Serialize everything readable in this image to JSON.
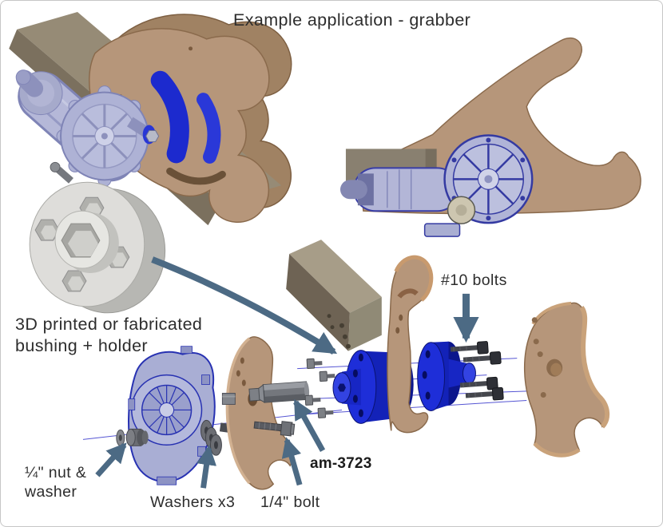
{
  "slide": {
    "title": "Example application - grabber",
    "background_color": "#ffffff",
    "border_color": "#c6c6c6"
  },
  "callouts": {
    "bushing": {
      "line1": "3D printed or fabricated",
      "line2": "bushing + holder"
    },
    "num10_bolts": "#10 bolts",
    "quarter_nut": {
      "line1": "¼\" nut &",
      "line2": "washer"
    },
    "washers": "Washers x3",
    "quarter_bolt": "1/4\" bolt",
    "part_number": "am-3723"
  },
  "palette": {
    "arrow": "#4c6a84",
    "label_text": "#2d2d2d",
    "wood_face": "#b6967a",
    "wood_edge": "#8a6a4c",
    "wood_edge_light": "#c9a27a",
    "beam_top": "#968b76",
    "beam_side": "#7b705e",
    "hub_blue": "#1e2ed8",
    "hub_blue_dark": "#0e1894",
    "motor_lavender": "#b2b6d8",
    "motor_outline": "#2832b2",
    "bushing_gray": "#deddda",
    "fastener_gray": "#6e7076",
    "axis_line_blue": "#3838cc"
  },
  "figures": [
    {
      "name": "grabber-assembled-iso"
    },
    {
      "name": "grabber-assembled-side"
    },
    {
      "name": "bushing-holder-detail"
    },
    {
      "name": "exploded-assembly"
    }
  ]
}
